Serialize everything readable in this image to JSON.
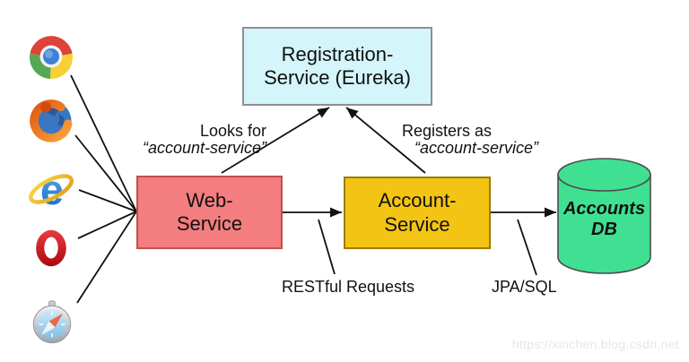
{
  "diagram": {
    "title": "Eureka service registration diagram",
    "nodes": {
      "registration": {
        "label_line1": "Registration-",
        "label_line2": "Service (Eureka)",
        "fill": "#d4f5fa",
        "border": "#8f8f8f"
      },
      "web": {
        "label_line1": "Web-",
        "label_line2": "Service",
        "fill": "#f37d7f",
        "border": "#bf4f4d"
      },
      "account": {
        "label_line1": "Account-",
        "label_line2": "Service",
        "fill": "#f3c413",
        "border": "#9b7c07"
      },
      "db": {
        "label_line1": "Accounts",
        "label_line2": "DB",
        "fill": "#40e092",
        "border": "#4d4d4d"
      }
    },
    "edge_labels": {
      "looks_for_line1": "Looks for",
      "looks_for_line2": "“account-service”",
      "registers_as_line1": "Registers as",
      "registers_as_line2": "“account-service”",
      "restful": "RESTful Requests",
      "jpa": "JPA/SQL"
    },
    "browsers": [
      {
        "icon": "chrome-icon"
      },
      {
        "icon": "firefox-icon"
      },
      {
        "icon": "ie-icon"
      },
      {
        "icon": "opera-icon"
      },
      {
        "icon": "safari-icon"
      }
    ],
    "watermark": "https://xinchen.blog.csdn.net",
    "line_color": "#111111"
  }
}
